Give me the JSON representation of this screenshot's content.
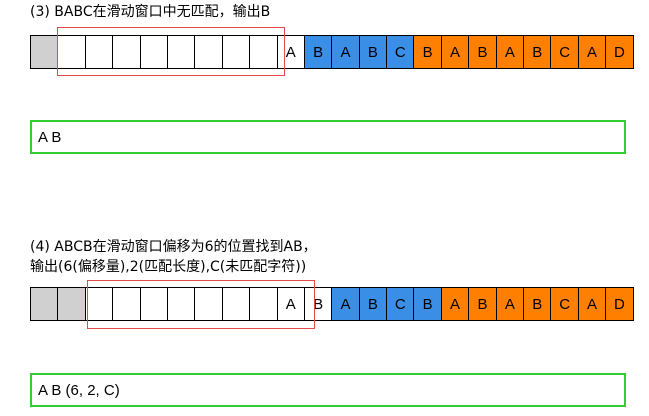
{
  "step3": {
    "caption": "(3) BABC在滑动窗口中无匹配，输出B",
    "cells": [
      {
        "t": "",
        "c": "gray"
      },
      {
        "t": "",
        "c": "white"
      },
      {
        "t": "",
        "c": "white"
      },
      {
        "t": "",
        "c": "white"
      },
      {
        "t": "",
        "c": "white"
      },
      {
        "t": "",
        "c": "white"
      },
      {
        "t": "",
        "c": "white"
      },
      {
        "t": "",
        "c": "white"
      },
      {
        "t": "",
        "c": "white"
      },
      {
        "t": "A",
        "c": "white"
      },
      {
        "t": "B",
        "c": "blue"
      },
      {
        "t": "A",
        "c": "blue"
      },
      {
        "t": "B",
        "c": "blue"
      },
      {
        "t": "C",
        "c": "blue"
      },
      {
        "t": "B",
        "c": "orange"
      },
      {
        "t": "A",
        "c": "orange"
      },
      {
        "t": "B",
        "c": "orange"
      },
      {
        "t": "A",
        "c": "orange"
      },
      {
        "t": "B",
        "c": "orange"
      },
      {
        "t": "C",
        "c": "orange"
      },
      {
        "t": "A",
        "c": "orange"
      },
      {
        "t": "D",
        "c": "orange"
      }
    ],
    "output": "A B"
  },
  "step4": {
    "caption_line1": "(4) ABCB在滑动窗口偏移为6的位置找到AB，",
    "caption_line2": "输出(6(偏移量),2(匹配长度),C(未匹配字符))",
    "cells": [
      {
        "t": "",
        "c": "gray"
      },
      {
        "t": "",
        "c": "gray"
      },
      {
        "t": "",
        "c": "white"
      },
      {
        "t": "",
        "c": "white"
      },
      {
        "t": "",
        "c": "white"
      },
      {
        "t": "",
        "c": "white"
      },
      {
        "t": "",
        "c": "white"
      },
      {
        "t": "",
        "c": "white"
      },
      {
        "t": "",
        "c": "white"
      },
      {
        "t": "A",
        "c": "white"
      },
      {
        "t": "B",
        "c": "white"
      },
      {
        "t": "A",
        "c": "blue"
      },
      {
        "t": "B",
        "c": "blue"
      },
      {
        "t": "C",
        "c": "blue"
      },
      {
        "t": "B",
        "c": "blue"
      },
      {
        "t": "A",
        "c": "orange"
      },
      {
        "t": "B",
        "c": "orange"
      },
      {
        "t": "A",
        "c": "orange"
      },
      {
        "t": "B",
        "c": "orange"
      },
      {
        "t": "C",
        "c": "orange"
      },
      {
        "t": "A",
        "c": "orange"
      },
      {
        "t": "D",
        "c": "orange"
      }
    ],
    "output": "A B (6, 2, C)"
  },
  "colors": {
    "gray": "#d0d0d0",
    "white": "#ffffff",
    "blue": "#3a8ee6",
    "orange": "#ff8000",
    "window_border": "#e34a4a",
    "output_border": "#33cc33"
  }
}
